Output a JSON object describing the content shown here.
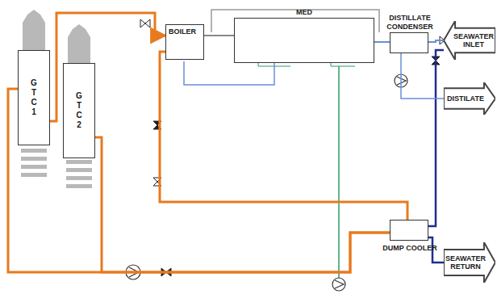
{
  "diagram": {
    "nodes": [
      {
        "text": [
          "MED"
        ]
      },
      {
        "text": [
          "BOILER"
        ]
      },
      {
        "text": [
          "DISTILLATE CONDENSER"
        ]
      },
      {
        "text": [
          "G T C 1"
        ]
      },
      {
        "text": [
          "G T C 2"
        ]
      },
      {
        "text": [
          "DUMP COOLER"
        ]
      },
      {
        "text": [
          "SEAWATER INLET"
        ]
      },
      {
        "text": [
          "DISTILATE"
        ]
      },
      {
        "text": [
          "SEAWATER RETURN"
        ]
      }
    ],
    "edges": [
      {
        "from": 3,
        "to": 1,
        "arrow": "to"
      },
      {
        "from": 1,
        "to": 5,
        "arrow": "none"
      },
      {
        "from": 5,
        "to": 4,
        "arrow": "none"
      },
      {
        "from": 5,
        "to": 3,
        "arrow": "none"
      },
      {
        "from": 1,
        "to": 0,
        "arrow": "none"
      },
      {
        "from": 0,
        "to": 2,
        "arrow": "none"
      },
      {
        "from": 6,
        "to": 2,
        "arrow": "none"
      },
      {
        "from": 6,
        "to": 5,
        "arrow": "none"
      },
      {
        "from": 2,
        "to": 7,
        "arrow": "none"
      },
      {
        "from": 5,
        "to": 8,
        "arrow": "none"
      }
    ]
  }
}
